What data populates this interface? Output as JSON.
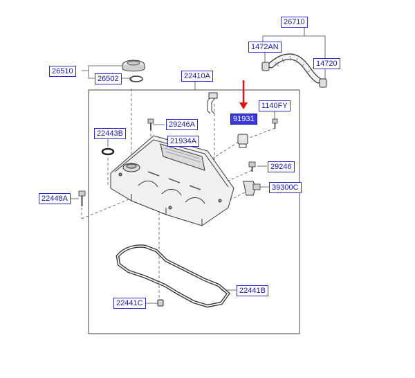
{
  "diagram": {
    "part_numbers": {
      "p26710": "26710",
      "p1472AN": "1472AN",
      "p14720": "14720",
      "p26510": "26510",
      "p26502": "26502",
      "p22410A": "22410A",
      "p91931": "91931",
      "p1140FY": "1140FY",
      "p22443B": "22443B",
      "p29246A": "29246A",
      "p21934A": "21934A",
      "p29246": "29246",
      "p39300C": "39300C",
      "p22448A": "22448A",
      "p22441B": "22441B",
      "p22441C": "22441C"
    },
    "highlighted_part": "91931",
    "colors": {
      "label_border": "#2c2cc8",
      "label_text": "#1a1a9a",
      "highlight_fill": "#3a3ae0",
      "arrow": "#e01010",
      "line": "#444444"
    }
  }
}
